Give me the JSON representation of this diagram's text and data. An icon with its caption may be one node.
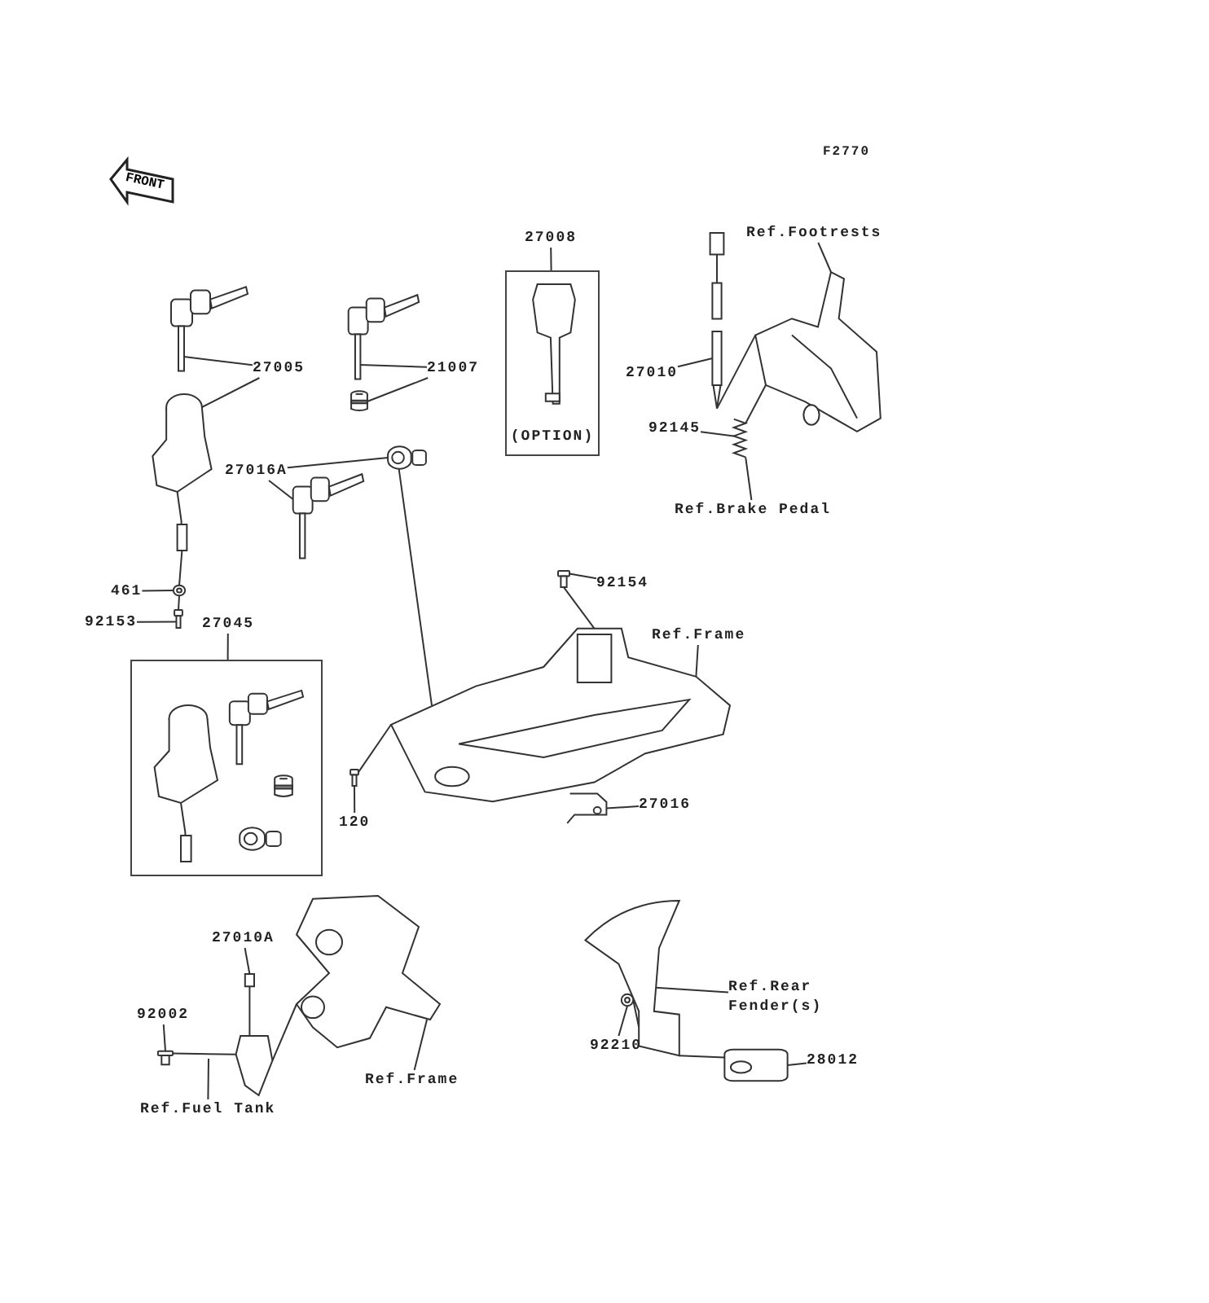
{
  "diagram": {
    "nodes": [
      {
        "text": [
          "FRONT"
        ]
      },
      {
        "text": [
          "27005"
        ]
      },
      {
        "text": [],
        "shape": "picture"
      },
      {
        "text": [],
        "shape": "picture"
      },
      {
        "text": [
          "21007"
        ]
      },
      {
        "text": [],
        "shape": "picture"
      },
      {
        "text": [],
        "shape": "picture"
      },
      {
        "text": [
          "27008"
        ]
      },
      {
        "text": [
          "(OPTION)"
        ]
      },
      {
        "text": [],
        "shape": "picture",
        "in": 8
      },
      {
        "text": [
          "27016A"
        ]
      },
      {
        "text": [],
        "shape": "picture"
      },
      {
        "text": [],
        "shape": "picture"
      },
      {
        "text": [
          "461"
        ]
      },
      {
        "text": [],
        "shape": "picture"
      },
      {
        "text": [
          "92153"
        ]
      },
      {
        "text": [],
        "shape": "picture"
      },
      {
        "text": [
          "27045"
        ]
      },
      {
        "text": [],
        "shape": "box"
      },
      {
        "text": [],
        "shape": "picture",
        "in": 18
      },
      {
        "text": [],
        "shape": "picture",
        "in": 18
      },
      {
        "text": [],
        "shape": "picture",
        "in": 18
      },
      {
        "text": [],
        "shape": "picture",
        "in": 18
      },
      {
        "text": [
          "27010"
        ]
      },
      {
        "text": [],
        "shape": "picture"
      },
      {
        "text": [
          "Ref.Footrests"
        ]
      },
      {
        "text": [],
        "shape": "picture"
      },
      {
        "text": [
          "92145"
        ]
      },
      {
        "text": [],
        "shape": "picture"
      },
      {
        "text": [
          "Ref.Brake Pedal"
        ]
      },
      {
        "text": [
          "92154"
        ]
      },
      {
        "text": [],
        "shape": "picture"
      },
      {
        "text": [
          "Ref.Frame"
        ]
      },
      {
        "text": [],
        "shape": "picture"
      },
      {
        "text": [
          "120"
        ]
      },
      {
        "text": [],
        "shape": "picture"
      },
      {
        "text": [
          "27016"
        ]
      },
      {
        "text": [],
        "shape": "picture"
      },
      {
        "text": [
          "27010A"
        ]
      },
      {
        "text": [],
        "shape": "picture"
      },
      {
        "text": [
          "92002"
        ]
      },
      {
        "text": [],
        "shape": "picture"
      },
      {
        "text": [
          "Ref.Fuel Tank"
        ]
      },
      {
        "text": [
          "Ref.Frame"
        ]
      },
      {
        "text": [],
        "shape": "picture"
      },
      {
        "text": [
          "Ref.Rear Fender(s)"
        ]
      },
      {
        "text": [],
        "shape": "picture"
      },
      {
        "text": [
          "92210"
        ]
      },
      {
        "text": [],
        "shape": "picture"
      },
      {
        "text": [
          "28012"
        ]
      },
      {
        "text": [],
        "shape": "picture"
      }
    ],
    "edges": [
      {
        "from": 1,
        "to": 2,
        "arrow": "none"
      },
      {
        "from": 1,
        "to": 3,
        "arrow": "none"
      },
      {
        "from": 4,
        "to": 5,
        "arrow": "none"
      },
      {
        "from": 4,
        "to": 6,
        "arrow": "none"
      },
      {
        "from": 7,
        "to": 8,
        "arrow": "none"
      },
      {
        "from": 10,
        "to": 11,
        "arrow": "none"
      },
      {
        "from": 10,
        "to": 12,
        "arrow": "none"
      },
      {
        "from": 13,
        "to": 14,
        "arrow": "none"
      },
      {
        "from": 15,
        "to": 16,
        "arrow": "none"
      },
      {
        "from": 17,
        "to": 18,
        "arrow": "none"
      },
      {
        "from": 23,
        "to": 24,
        "arrow": "none"
      },
      {
        "from": 25,
        "to": 26,
        "arrow": "none"
      },
      {
        "from": 27,
        "to": 28,
        "arrow": "none"
      },
      {
        "from": 29,
        "to": 28,
        "arrow": "none"
      },
      {
        "from": 30,
        "to": 31,
        "arrow": "none"
      },
      {
        "from": 32,
        "to": 33,
        "arrow": "none"
      },
      {
        "from": 34,
        "to": 35,
        "arrow": "none"
      },
      {
        "from": 36,
        "to": 37,
        "arrow": "none"
      },
      {
        "from": 38,
        "to": 39,
        "arrow": "none"
      },
      {
        "from": 40,
        "to": 41,
        "arrow": "none"
      },
      {
        "from": 42,
        "to": null,
        "arrow": "none"
      },
      {
        "from": 43,
        "to": 44,
        "arrow": "none"
      },
      {
        "from": 45,
        "to": 46,
        "arrow": "none"
      },
      {
        "from": 47,
        "to": 48,
        "arrow": "none"
      },
      {
        "from": 49,
        "to": 50,
        "arrow": "none"
      },
      {
        "from": 12,
        "to": 33,
        "arrow": "none"
      },
      {
        "from": 31,
        "to": 33,
        "arrow": "none"
      },
      {
        "from": 35,
        "to": 33,
        "arrow": "none"
      },
      {
        "from": 24,
        "to": 26,
        "arrow": "none"
      },
      {
        "from": 28,
        "to": 26,
        "arrow": "none"
      },
      {
        "from": 48,
        "to": 46,
        "arrow": "none"
      },
      {
        "from": 50,
        "to": 46,
        "arrow": "none"
      },
      {
        "from": 41,
        "to": 39,
        "arrow": "none"
      },
      {
        "from": 39,
        "to": 44,
        "arrow": "none"
      },
      {
        "from": 14,
        "to": 3,
        "arrow": "none"
      },
      {
        "from": 16,
        "to": 14,
        "arrow": "none"
      }
    ],
    "labels": [
      "F2770"
    ]
  }
}
